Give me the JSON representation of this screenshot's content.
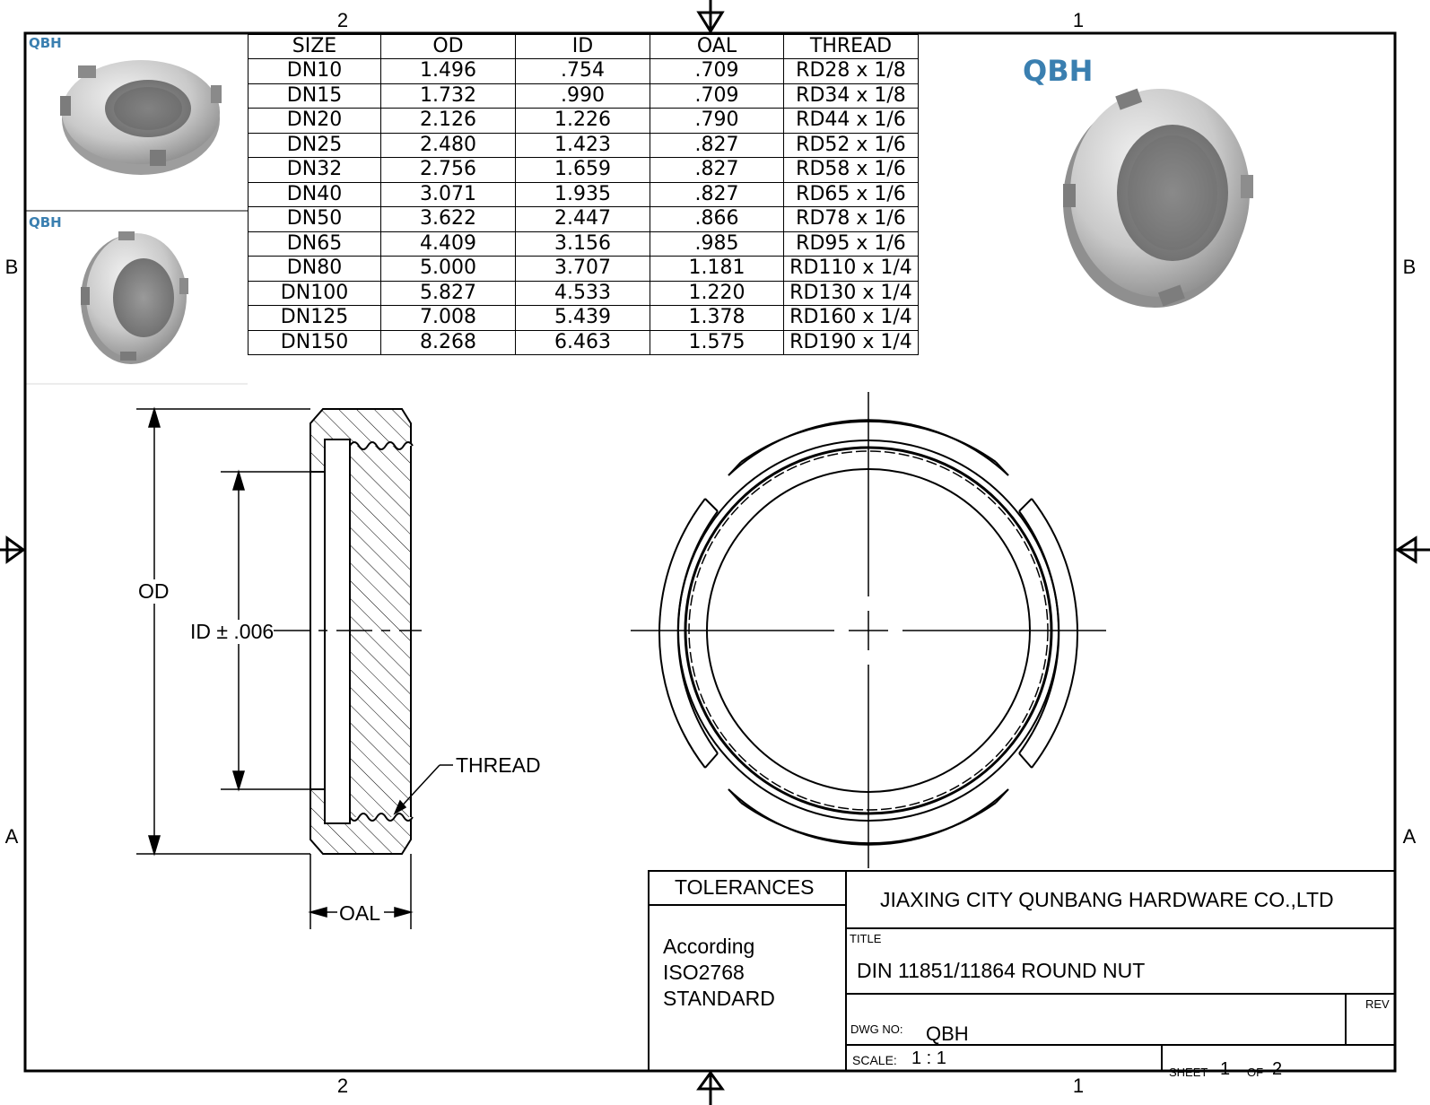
{
  "zones": {
    "top_left": "2",
    "top_right": "1",
    "bottom_left": "2",
    "bottom_right": "1",
    "left_upper": "B",
    "left_lower": "A",
    "right_upper": "B",
    "right_lower": "A"
  },
  "logo_text": "QBH",
  "spec_table": {
    "headers": [
      "SIZE",
      "OD",
      "ID",
      "OAL",
      "THREAD"
    ],
    "rows": [
      [
        "DN10",
        "1.496",
        ".754",
        ".709",
        "RD28 x 1/8"
      ],
      [
        "DN15",
        "1.732",
        ".990",
        ".709",
        "RD34 x 1/8"
      ],
      [
        "DN20",
        "2.126",
        "1.226",
        ".790",
        "RD44 x 1/6"
      ],
      [
        "DN25",
        "2.480",
        "1.423",
        ".827",
        "RD52 x 1/6"
      ],
      [
        "DN32",
        "2.756",
        "1.659",
        ".827",
        "RD58 x 1/6"
      ],
      [
        "DN40",
        "3.071",
        "1.935",
        ".827",
        "RD65 x 1/6"
      ],
      [
        "DN50",
        "3.622",
        "2.447",
        ".866",
        "RD78 x 1/6"
      ],
      [
        "DN65",
        "4.409",
        "3.156",
        ".985",
        "RD95 x 1/6"
      ],
      [
        "DN80",
        "5.000",
        "3.707",
        "1.181",
        "RD110 x 1/4"
      ],
      [
        "DN100",
        "5.827",
        "4.533",
        "1.220",
        "RD130 x 1/4"
      ],
      [
        "DN125",
        "7.008",
        "5.439",
        "1.378",
        "RD160 x 1/4"
      ],
      [
        "DN150",
        "8.268",
        "6.463",
        "1.575",
        "RD190 x 1/4"
      ]
    ]
  },
  "dimensions": {
    "od": "OD",
    "id": "ID ± .006",
    "thread": "THREAD",
    "oal": "OAL"
  },
  "title_block": {
    "tolerances_label": "TOLERANCES",
    "tolerances_text": [
      "According",
      "ISO2768",
      "STANDARD"
    ],
    "company": "JIAXING CITY QUNBANG HARDWARE CO.,LTD",
    "title_label": "TITLE",
    "title": "DIN 11851/11864 ROUND NUT",
    "rev_label": "REV",
    "dwg_no_label": "DWG NO:",
    "dwg_no": "QBH",
    "scale_label": "SCALE:",
    "scale": "1 : 1",
    "sheet_label": "SHEET",
    "sheet_num": "1",
    "of_label": "OF",
    "sheet_total": "2"
  },
  "colors": {
    "logo": "#3a7fb0",
    "line": "#000000",
    "metal": "#b8b8b8"
  }
}
